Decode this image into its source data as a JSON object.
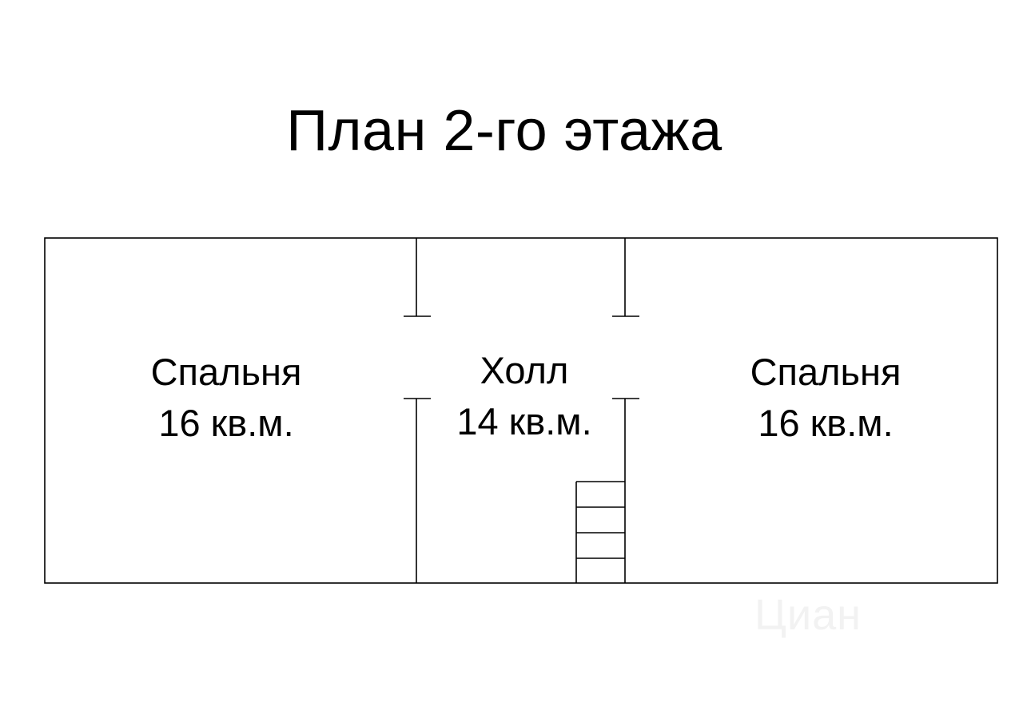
{
  "title": "План 2-го этажа",
  "rooms": [
    {
      "name": "Спальня",
      "area": "16 кв.м."
    },
    {
      "name": "Холл",
      "area": "14 кв.м."
    },
    {
      "name": "Спальня",
      "area": "16 кв.м."
    }
  ],
  "watermark": "Циан",
  "colors": {
    "line": "#000000",
    "background": "#ffffff",
    "watermark": "#f2f2f2"
  }
}
